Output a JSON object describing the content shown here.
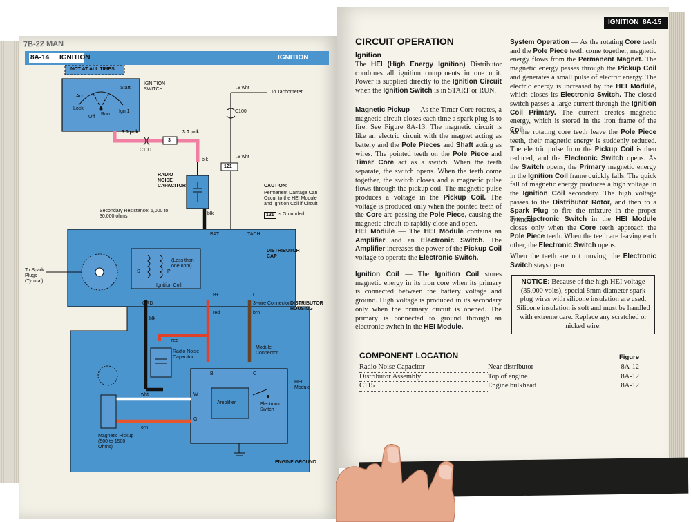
{
  "left_page": {
    "underlying_header": "7B-22   MAN",
    "page_number": "8A-14",
    "section": "IGNITION",
    "banner": "IGNITION",
    "diagram": {
      "not_at_all_times": "NOT AT ALL TIMES",
      "switch_positions": [
        "Acc",
        "Lock",
        "Off",
        "Run",
        "Start",
        "Ign 1"
      ],
      "ignition_switch": "IGNITION SWITCH",
      "wire_3pnk_a": "3.0 pnk",
      "wire_3pnk_b": "3.0 pnk",
      "c100_a": "C100",
      "circuit_3": "3",
      "wire_8wht_a": ".8 wht",
      "to_tachometer": "To Tachometer",
      "c100_b": "C100",
      "wire_8wht_b": ".8 wht",
      "circuit_121": "121",
      "radio_noise_capacitor": "RADIO NOISE CAPACITOR",
      "blk_a": "blk",
      "blk_b": "blk",
      "caution_title": "CAUTION:",
      "caution_text": "Permanent Damage Can Occur to the HEI Module and Ignition Coil if Circuit",
      "caution_circuit": "121",
      "caution_end": "is Grounded.",
      "secondary_resistance": "Secondary Resistance: 6,000 to 30,000 ohms",
      "bat": "BAT",
      "tach": "TACH",
      "to_spark_plugs": "To Spark Plugs (Typical)",
      "less_than_one_ohm": "(Less than one ohm)",
      "ignition_coil": "Ignition Coil",
      "distributor_cap": "DISTRIBUTOR CAP",
      "coil_s": "S",
      "coil_p": "P",
      "grd": "GRD",
      "b_plus": "B+",
      "c_term": "C",
      "three_wire_connector": "3-wire Connector",
      "distributor_housing": "DISTRIBUTOR HOUSING",
      "blk_c": "blk",
      "red_a": "red",
      "brn": "brn",
      "red_b": "red",
      "radio_noise_capacitor_small": "Radio Noise Capacitor",
      "module_connector": "Module Connector",
      "b_term": "B",
      "c_term2": "C",
      "w_term": "W",
      "g_term": "G",
      "amplifier": "Amplifier",
      "electronic_switch": "Electronic Switch",
      "hei_module": "HEI Module",
      "wht": "wht",
      "orn": "orn",
      "magnetic_pickup": "Magnetic Pickup (500 to 1500 Ohms)",
      "engine_ground": "ENGINE GROUND"
    }
  },
  "right_page": {
    "section": "IGNITION",
    "page_number": "8A-15",
    "title": "CIRCUIT OPERATION",
    "ignition_heading": "Ignition",
    "p_ignition": [
      {
        "t": "The "
      },
      {
        "t": "HEI (High Energy Ignition)",
        "b": true
      },
      {
        "t": " Distributor combines all ignition components in one unit. Power is supplied directly to the "
      },
      {
        "t": "Ignition Circuit",
        "b": true
      },
      {
        "t": " when the "
      },
      {
        "t": "Ignition Switch",
        "b": true
      },
      {
        "t": " is in START or RUN."
      }
    ],
    "p_pickup": [
      {
        "t": "Magnetic Pickup",
        "b": true
      },
      {
        "t": " — As the Timer Core rotates, a magnetic circuit closes each time a spark plug is to fire. See Figure 8A-13. The magnetic circuit is like an electric circuit with the magnet acting as battery and the "
      },
      {
        "t": "Pole Pieces",
        "b": true
      },
      {
        "t": " and "
      },
      {
        "t": "Shaft",
        "b": true
      },
      {
        "t": " acting as wires. The pointed teeth on the "
      },
      {
        "t": "Pole Piece",
        "b": true
      },
      {
        "t": " and "
      },
      {
        "t": "Timer Core",
        "b": true
      },
      {
        "t": " act as a switch. When the teeth separate, the switch opens. When the teeth come together, the switch closes and a magnetic pulse flows through the pickup coil. The magnetic pulse produces a voltage in the "
      },
      {
        "t": "Pickup Coil.",
        "b": true
      },
      {
        "t": " The voltage is produced only when the pointed teeth of the "
      },
      {
        "t": "Core",
        "b": true
      },
      {
        "t": " are passing the "
      },
      {
        "t": "Pole Piece,",
        "b": true
      },
      {
        "t": " causing the magnetic circuit to rapidly close and open."
      }
    ],
    "p_module": [
      {
        "t": "HEI Module",
        "b": true
      },
      {
        "t": " — The "
      },
      {
        "t": "HEI Module",
        "b": true
      },
      {
        "t": " contains an "
      },
      {
        "t": "Amplifier",
        "b": true
      },
      {
        "t": " and an "
      },
      {
        "t": "Electronic Switch.",
        "b": true
      },
      {
        "t": " The "
      },
      {
        "t": "Amplifier",
        "b": true
      },
      {
        "t": " increases the power of the "
      },
      {
        "t": "Pickup Coil",
        "b": true
      },
      {
        "t": " voltage to operate the "
      },
      {
        "t": "Electronic Switch.",
        "b": true
      }
    ],
    "p_coil": [
      {
        "t": "Ignition Coil",
        "b": true
      },
      {
        "t": " — The "
      },
      {
        "t": "Ignition Coil",
        "b": true
      },
      {
        "t": " stores magnetic energy in its iron core when its primary is connected between the battery voltage and ground. High voltage is produced in its secondary only when the primary circuit is opened. The primary is connected to ground through an electronic switch in the "
      },
      {
        "t": "HEI Module.",
        "b": true
      }
    ],
    "p_system": [
      {
        "t": "System Operation",
        "b": true
      },
      {
        "t": " — As the rotating "
      },
      {
        "t": "Core",
        "b": true
      },
      {
        "t": " teeth and the "
      },
      {
        "t": "Pole Piece",
        "b": true
      },
      {
        "t": " teeth come together, magnetic energy flows from the "
      },
      {
        "t": "Permanent Magnet.",
        "b": true
      },
      {
        "t": " The magnetic energy passes through the "
      },
      {
        "t": "Pickup Coil",
        "b": true
      },
      {
        "t": " and generates a small pulse of electric energy. The electric energy is increased by the "
      },
      {
        "t": "HEI Module,",
        "b": true
      },
      {
        "t": " which closes its "
      },
      {
        "t": "Electronic Switch.",
        "b": true
      },
      {
        "t": " The closed switch passes a large current through the "
      },
      {
        "t": "Ignition Coil Primary.",
        "b": true
      },
      {
        "t": " The current creates magnetic energy, which is stored in the iron frame of the "
      },
      {
        "t": "Coil.",
        "b": true
      }
    ],
    "p_rotating": [
      {
        "t": "As the rotating core teeth leave the "
      },
      {
        "t": "Pole Piece",
        "b": true
      },
      {
        "t": " teeth, their magnetic energy is suddenly reduced. The electric pulse from the "
      },
      {
        "t": "Pickup Coil",
        "b": true
      },
      {
        "t": " is then reduced, and the "
      },
      {
        "t": "Electronic Switch",
        "b": true
      },
      {
        "t": " opens. As the "
      },
      {
        "t": "Switch",
        "b": true
      },
      {
        "t": " opens, the "
      },
      {
        "t": "Primary",
        "b": true
      },
      {
        "t": " magnetic energy in the "
      },
      {
        "t": "Ignition Coil",
        "b": true
      },
      {
        "t": " frame quickly falls. The quick fall of magnetic energy produces a high voltage in the "
      },
      {
        "t": "Ignition Coil",
        "b": true
      },
      {
        "t": " secondary. The high voltage passes to the "
      },
      {
        "t": "Distributor Rotor,",
        "b": true
      },
      {
        "t": " and then to a "
      },
      {
        "t": "Spark Plug",
        "b": true
      },
      {
        "t": " to fire the mixture in the proper cylinder."
      }
    ],
    "p_electronic": [
      {
        "t": "The "
      },
      {
        "t": "Electronic Switch",
        "b": true
      },
      {
        "t": " in the "
      },
      {
        "t": "HEI Module",
        "b": true
      },
      {
        "t": " closes only when the "
      },
      {
        "t": "Core",
        "b": true
      },
      {
        "t": " teeth approach the "
      },
      {
        "t": "Pole Piece",
        "b": true
      },
      {
        "t": " teeth. When the teeth are leaving each other, the "
      },
      {
        "t": "Electronic Switch",
        "b": true
      },
      {
        "t": " opens."
      }
    ],
    "p_notmoving": [
      {
        "t": "When the teeth are not moving, the "
      },
      {
        "t": "Electronic Switch",
        "b": true
      },
      {
        "t": " stays open."
      }
    ],
    "notice": [
      {
        "t": "NOTICE:",
        "b": true
      },
      {
        "t": " Because of the high HEI voltage (35,000 volts), special 8mm diameter spark plug wires with silicone insulation are used. Silicone insulation is soft and must be handled with extreme care. Replace any scratched or nicked wire."
      }
    ],
    "component_title": "COMPONENT LOCATION",
    "figure_header": "Figure",
    "components": [
      {
        "name": "Radio Noise Capacitor",
        "location": "Near distributor",
        "figure": "8A-12"
      },
      {
        "name": "Distributor Assembly",
        "location": "Top of engine",
        "figure": "8A-12"
      },
      {
        "name": "C115",
        "location": "Engine bulkhead",
        "figure": "8A-12"
      }
    ]
  }
}
